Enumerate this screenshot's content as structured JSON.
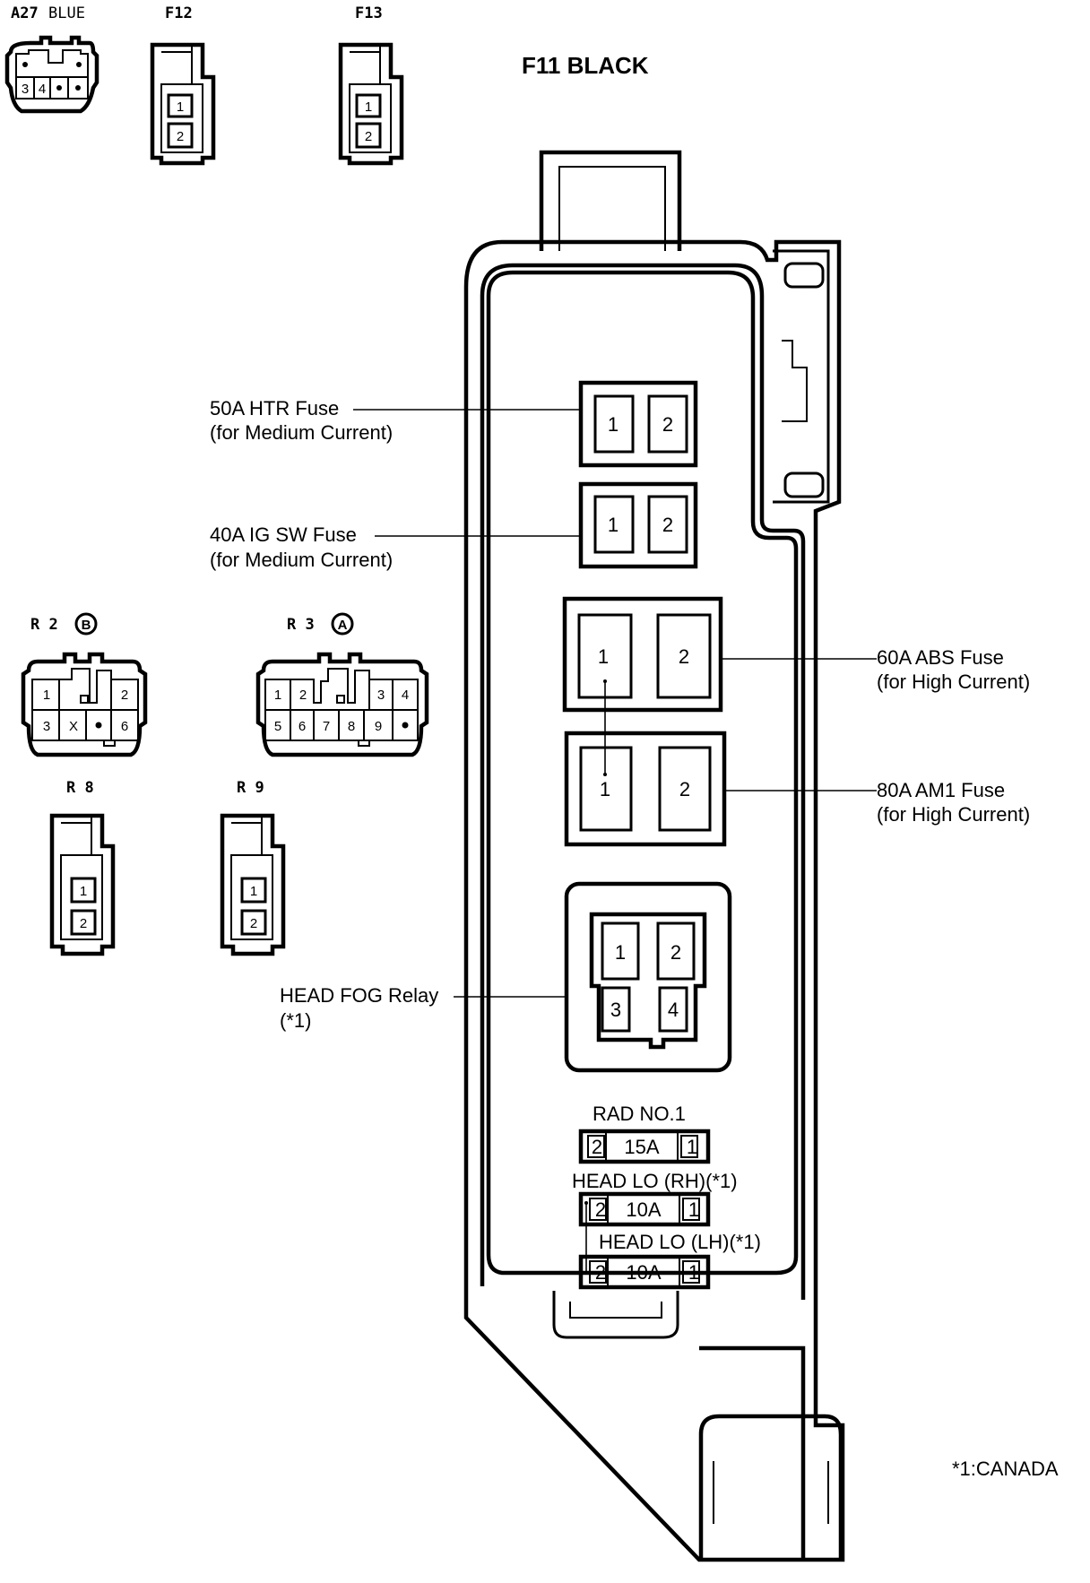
{
  "connectors": {
    "a27": {
      "code": "A27",
      "color": "BLUE",
      "pins": [
        "3",
        "4"
      ]
    },
    "f12": {
      "code": "F12",
      "pins": [
        "1",
        "2"
      ]
    },
    "f13": {
      "code": "F13",
      "pins": [
        "1",
        "2"
      ]
    },
    "r2": {
      "code": "R 2",
      "mark": "B",
      "pins": [
        "1",
        "2",
        "3",
        "X",
        "6"
      ]
    },
    "r3": {
      "code": "R 3",
      "mark": "A",
      "pins": [
        "1",
        "2",
        "3",
        "4",
        "5",
        "6",
        "7",
        "8",
        "9"
      ]
    },
    "r8": {
      "code": "R 8",
      "pins": [
        "1",
        "2"
      ]
    },
    "r9": {
      "code": "R 9",
      "pins": [
        "1",
        "2"
      ]
    }
  },
  "fuse_box": {
    "title": "F11  BLACK",
    "items": [
      {
        "name": "50A HTR Fuse",
        "note": "(for Medium Current)",
        "pins": [
          "1",
          "2"
        ]
      },
      {
        "name": "40A IG SW Fuse",
        "note": "(for Medium Current)",
        "pins": [
          "1",
          "2"
        ]
      },
      {
        "name": "60A ABS Fuse",
        "note": "(for High Current)",
        "pins": [
          "1",
          "2"
        ]
      },
      {
        "name": "80A AM1 Fuse",
        "note": "(for High Current)",
        "pins": [
          "1",
          "2"
        ]
      }
    ],
    "relay": {
      "name": "HEAD FOG Relay",
      "note": "(*1)",
      "pins": [
        "1",
        "2",
        "3",
        "4"
      ]
    },
    "mini_fuses": [
      {
        "name": "RAD NO.1",
        "left": "2",
        "rating": "15A",
        "right": "1"
      },
      {
        "name": "HEAD LO (RH)(*1)",
        "left": "2",
        "rating": "10A",
        "right": "1"
      },
      {
        "name": "HEAD LO (LH)(*1)",
        "left": "2",
        "rating": "10A",
        "right": "1"
      }
    ]
  },
  "footnote": "*1:CANADA"
}
